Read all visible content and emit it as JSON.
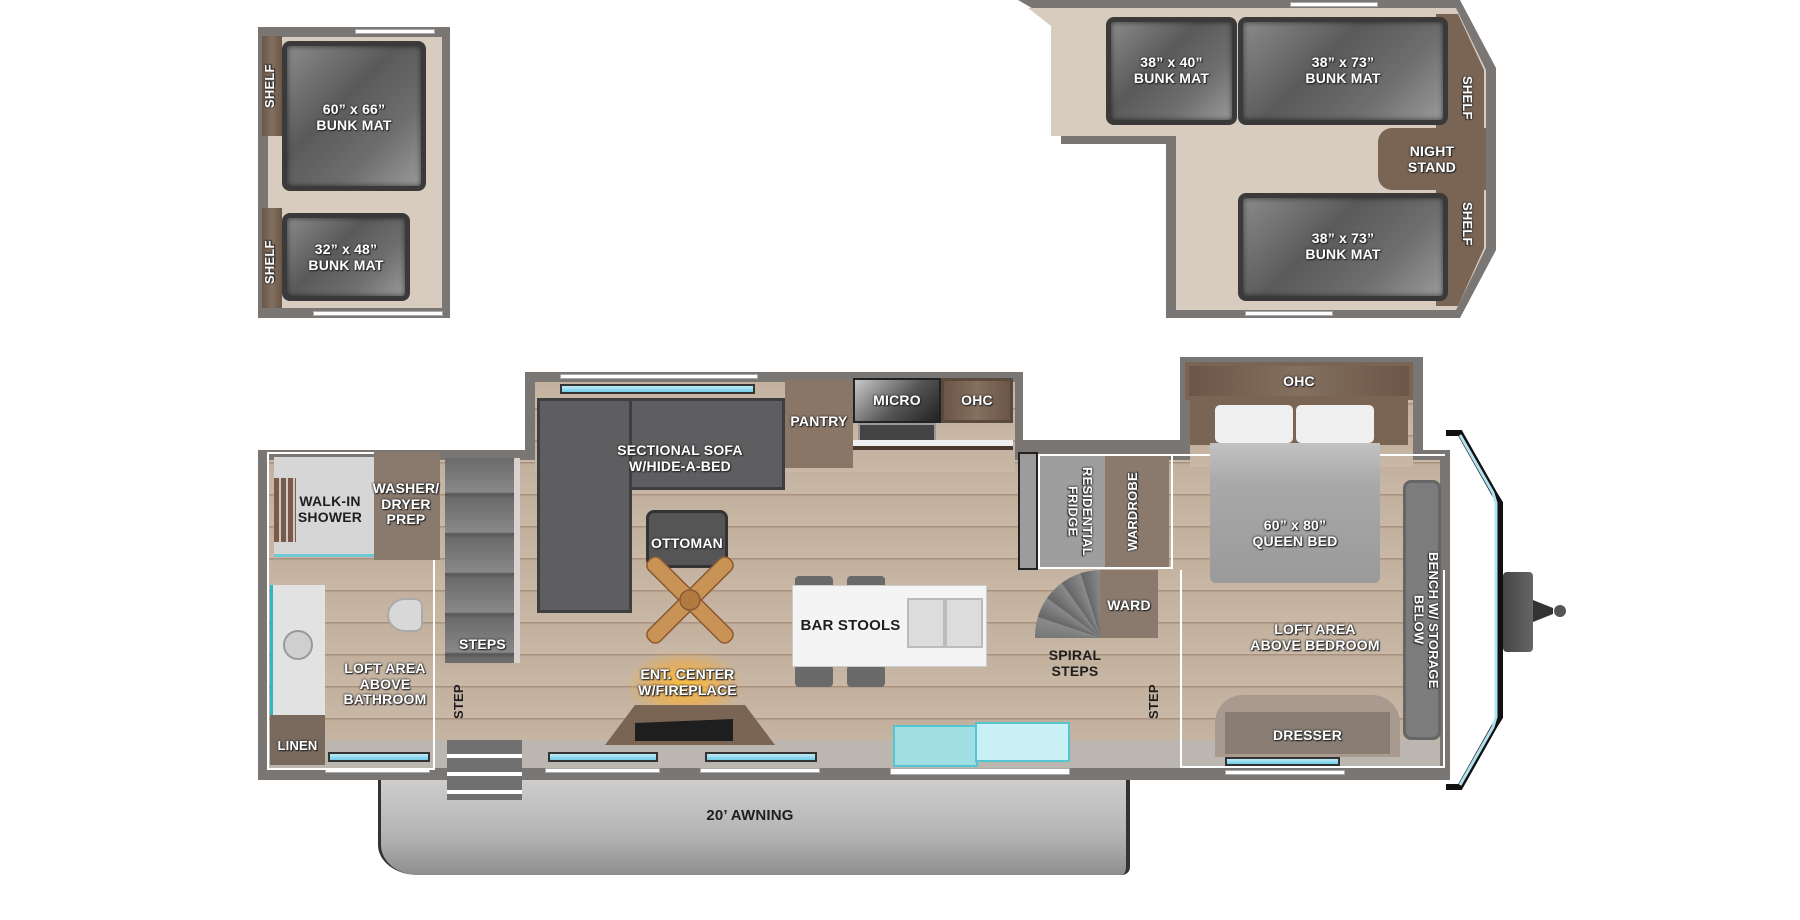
{
  "floorplan": {
    "left_bunk_room": {
      "shelf_top": "SHELF",
      "shelf_bottom": "SHELF",
      "mat_large": {
        "size": "60” x 66”",
        "label": "BUNK MAT"
      },
      "mat_small": {
        "size": "32” x 48”",
        "label": "BUNK MAT"
      }
    },
    "right_bunk_room": {
      "mat_1": {
        "size": "38” x 40”",
        "label": "BUNK MAT"
      },
      "mat_2": {
        "size": "38” x 73”",
        "label": "BUNK MAT"
      },
      "mat_3": {
        "size": "38” x 73”",
        "label": "BUNK MAT"
      },
      "shelf_top": "SHELF",
      "shelf_bottom": "SHELF",
      "night_stand": "NIGHT\nSTAND"
    },
    "bathroom": {
      "shower": "WALK-IN\nSHOWER",
      "washer": "WASHER/\nDRYER\nPREP",
      "loft": "LOFT AREA\nABOVE\nBATHROOM",
      "linen": "LINEN"
    },
    "living": {
      "steps": "STEPS",
      "step": "STEP",
      "sofa": "SECTIONAL SOFA\nW/HIDE-A-BED",
      "pantry": "PANTRY",
      "micro": "MICRO",
      "ohc": "OHC",
      "ottoman": "OTTOMAN",
      "ent_center": "ENT. CENTER\nW/FIREPLACE",
      "bar_stools": "BAR STOOLS"
    },
    "kitchen_rear": {
      "fridge": "RESIDENTIAL\nFRIDGE",
      "wardrobe": "WARDROBE",
      "ward": "WARD",
      "spiral": "SPIRAL\nSTEPS",
      "step": "STEP"
    },
    "bedroom": {
      "ohc": "OHC",
      "bed": "60” x 80”\nQUEEN BED",
      "loft": "LOFT AREA\nABOVE BEDROOM",
      "dresser": "DRESSER",
      "bench": "BENCH W/ STORAGE\nBELOW"
    },
    "awning": "20’ AWNING"
  },
  "colors": {
    "wall": "#7a7674",
    "floor": "#c4b29f",
    "carpet": "#d8cbc0",
    "mat": "#5f5f5f",
    "window": "#7fd3ea",
    "wood": "#7a6555"
  }
}
